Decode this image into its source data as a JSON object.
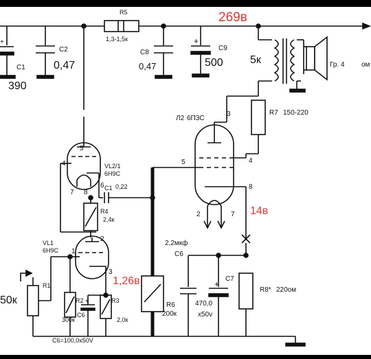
{
  "voltages": {
    "anode_supply": "269в",
    "cathode_out": "14в",
    "cathode_in": "1,26в"
  },
  "components": {
    "r5": {
      "ref": "R5",
      "value": "1,3-1,5к"
    },
    "c1": {
      "ref": "C1",
      "value": "390"
    },
    "c2": {
      "ref": "C2",
      "value": "0,47"
    },
    "c8": {
      "ref": "C8",
      "value": "0,47"
    },
    "c9": {
      "ref": "C9",
      "value": "500"
    },
    "transformer": {
      "value": "5к"
    },
    "speaker": {
      "label": "Гр. 4",
      "unit": "ом"
    },
    "l2": {
      "ref": "Л2",
      "type": "6П3С"
    },
    "r7": {
      "ref": "R7",
      "value": "150-220"
    },
    "vl2": {
      "ref": "VL2/1",
      "type": "6Н9С"
    },
    "c1b": {
      "ref": "C1",
      "value": "0,22"
    },
    "r4": {
      "ref": "R4",
      "value": "2,4к"
    },
    "c6": {
      "value": "2,2мкф",
      "ref": "C6",
      "note": "C6=100,0х50V"
    },
    "vl1": {
      "ref": "VL1",
      "type": "6Н9С"
    },
    "r1": {
      "ref": "R1",
      "value": "50к"
    },
    "r2": {
      "ref": "R2",
      "value": "300к"
    },
    "r3": {
      "ref": "R3",
      "value": "2,0к"
    },
    "c6b": {
      "ref": "C6"
    },
    "r6": {
      "ref": "R6",
      "value": "200к"
    },
    "c7": {
      "ref": "C7",
      "value": "470,0",
      "voltage": "x50v"
    },
    "r8": {
      "ref": "R8*",
      "value": "220ом"
    }
  },
  "pins": {
    "l2": {
      "p3": "3",
      "p4": "4",
      "p5": "5",
      "p8": "8",
      "p2": "2",
      "p7": "7"
    },
    "vl2": {
      "p5": "5",
      "p4": "4",
      "p7": "7",
      "p8": "8",
      "p6": "6"
    },
    "vl1": {
      "p2": "2",
      "p1": "1",
      "p3": "3"
    }
  },
  "colors": {
    "annotation_red": "#d23a34",
    "ink": "#111111"
  }
}
